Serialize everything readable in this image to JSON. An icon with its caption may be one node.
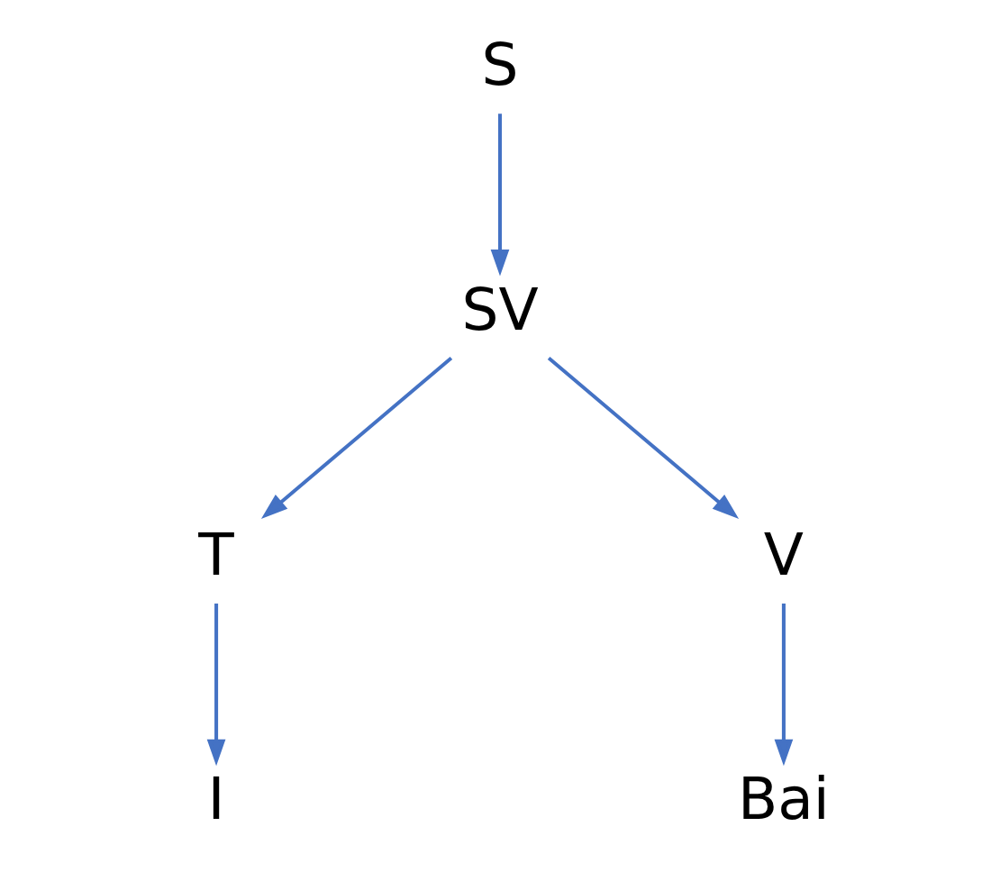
{
  "diagram": {
    "nodes": [
      {
        "text": [
          "S"
        ]
      },
      {
        "text": [
          "SV"
        ]
      },
      {
        "text": [
          "T"
        ]
      },
      {
        "text": [
          "V"
        ]
      },
      {
        "text": [
          "I"
        ]
      },
      {
        "text": [
          "Bai"
        ]
      }
    ],
    "edges": [
      {
        "from": 0,
        "to": 1,
        "arrow": "to"
      },
      {
        "from": 1,
        "to": 2,
        "arrow": "to"
      },
      {
        "from": 1,
        "to": 3,
        "arrow": "to"
      },
      {
        "from": 2,
        "to": 4,
        "arrow": "to"
      },
      {
        "from": 3,
        "to": 5,
        "arrow": "to"
      }
    ]
  }
}
